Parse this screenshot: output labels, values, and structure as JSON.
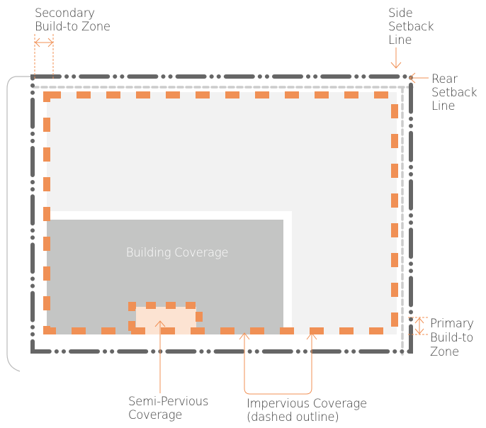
{
  "labels": {
    "secondary_zone": [
      "Secondary",
      "Build-to Zone"
    ],
    "side_setback": [
      "Side",
      "Setback",
      "Line"
    ],
    "rear_setback": [
      "Rear",
      "Setback",
      "Line"
    ],
    "primary_zone": [
      "Primary",
      "Build-to",
      "Zone"
    ],
    "building_coverage": "Building Coverage",
    "semi_pervious": [
      "Semi-Pervious",
      "Coverage"
    ],
    "impervious": [
      "Impervious Coverage",
      "(dashed outline)"
    ]
  },
  "colors": {
    "lot_line": "#666666",
    "setback_line": "#cccccc",
    "impervious": "#f09055",
    "open_area": "#f2f2f2",
    "building": "#c4c5c4",
    "semi_pervious": "#fce3d2",
    "annotation": "#f09055"
  }
}
